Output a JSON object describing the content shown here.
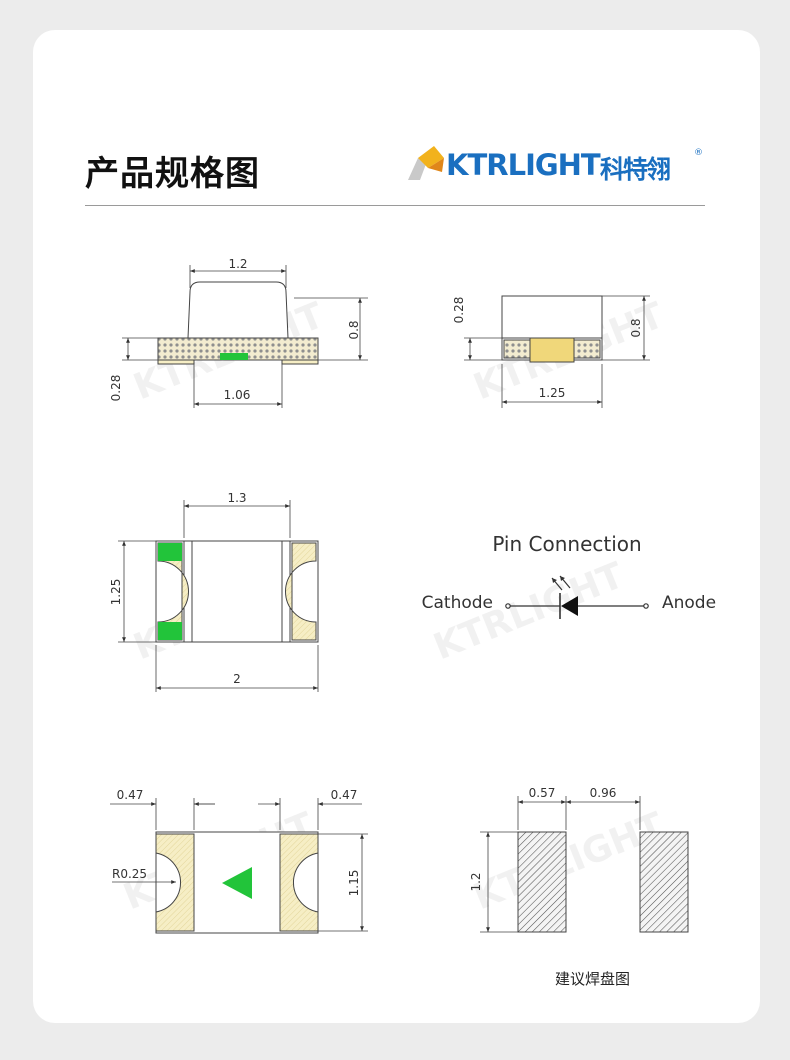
{
  "header": {
    "title": "产品规格图",
    "brand_latin": "KTRLIGHT",
    "brand_cn": "科特翎",
    "brand_reg": "®"
  },
  "watermark_text": "KTRLIGHT",
  "dimensions": {
    "side_top_width": "1.2",
    "side_height": "0.8",
    "side_pad_height": "0.28",
    "side_bottom_width": "1.06",
    "end_pad_height": "0.28",
    "end_height": "0.8",
    "end_width": "1.25",
    "top_lens_width": "1.3",
    "top_height": "1.25",
    "top_length": "2",
    "bottom_pad_left": "0.47",
    "bottom_pad_right": "0.47",
    "bottom_radius": "R0.25",
    "bottom_height": "1.15",
    "land_width": "0.57",
    "land_gap": "0.96",
    "land_height": "1.2"
  },
  "pin": {
    "title": "Pin Connection",
    "cathode": "Cathode",
    "anode": "Anode"
  },
  "caption": "建议焊盘图",
  "colors": {
    "brand": "#1a6fc0",
    "pad_fill": "#f6eec5",
    "led_green": "#22c43a",
    "outline": "#444444"
  }
}
